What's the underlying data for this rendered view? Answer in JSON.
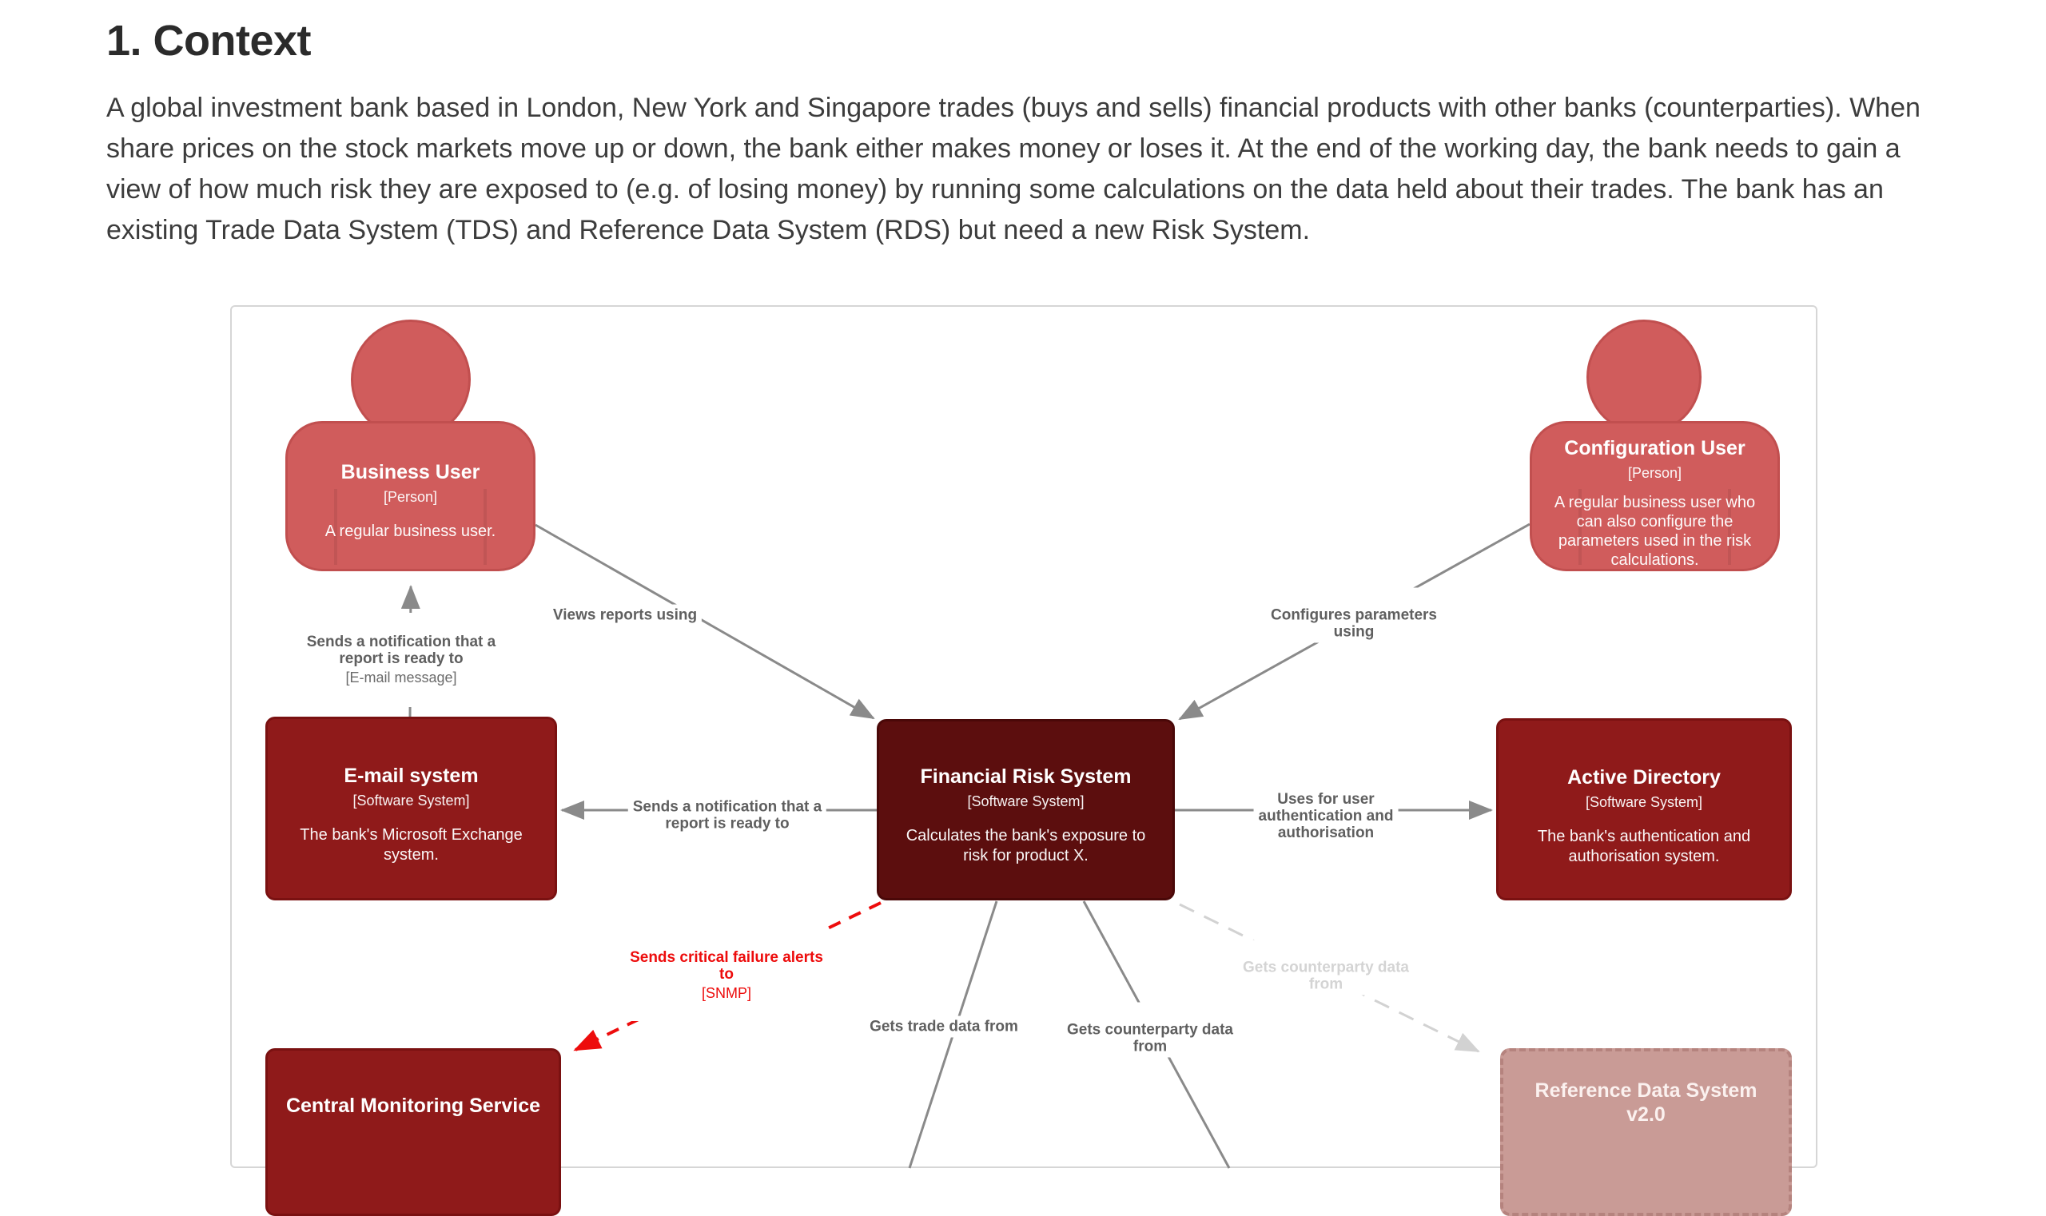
{
  "page": {
    "heading": "1. Context",
    "intro": "A global investment bank based in London, New York and Singapore trades (buys and sells) financial products with other banks (counterparties). When share prices on the stock markets move up or down, the bank either makes money or loses it. At the end of the working day, the bank needs to gain a view of how much risk they are exposed to (e.g. of losing money) by running some calculations on the data held about their trades. The bank has an existing Trade Data System (TDS) and Reference Data System (RDS) but need a new Risk System."
  },
  "diagram": {
    "nodes": {
      "business_user": {
        "name": "Business User",
        "type": "[Person]",
        "description": "A regular business user."
      },
      "configuration_user": {
        "name": "Configuration User",
        "type": "[Person]",
        "description": "A regular business user who\ncan also configure the\nparameters used in the risk\ncalculations."
      },
      "email_system": {
        "name": "E-mail system",
        "type": "[Software System]",
        "description": "The bank's Microsoft Exchange\nsystem."
      },
      "financial_risk_system": {
        "name": "Financial Risk System",
        "type": "[Software System]",
        "description": "Calculates the bank's exposure to\nrisk for product X."
      },
      "active_directory": {
        "name": "Active Directory",
        "type": "[Software System]",
        "description": "The bank's authentication and\nauthorisation system."
      },
      "central_monitoring_service": {
        "name": "Central Monitoring Service"
      },
      "reference_data_system_v2": {
        "name": "Reference Data System",
        "version": "v2.0"
      }
    },
    "relationships": {
      "views_reports": {
        "label": "Views reports using"
      },
      "configures_parameters": {
        "label": "Configures parameters\nusing"
      },
      "frs_to_email": {
        "label": "Sends a notification that a\nreport is ready to"
      },
      "email_to_business_user": {
        "label": "Sends a notification that a\nreport is ready to",
        "technology": "[E-mail message]"
      },
      "frs_to_active_directory": {
        "label": "Uses for user\nauthentication and\nauthorisation"
      },
      "frs_to_cms": {
        "label": "Sends critical failure alerts\nto",
        "technology": "[SNMP]"
      },
      "gets_trade_data": {
        "label": "Gets trade data from"
      },
      "gets_counterparty_data": {
        "label": "Gets counterparty data\nfrom"
      },
      "gets_counterparty_data_v2": {
        "label": "Gets counterparty data\nfrom"
      }
    },
    "colors": {
      "person_fill": "#d05c5c",
      "system_fill": "#8f1a1a",
      "focus_system_fill": "#5c0e0e",
      "future_system_fill": "#c99b96",
      "relationship_gray": "#8a8a8a",
      "alert_red": "#ed0c0c",
      "faded_gray": "#d4d4d4"
    }
  }
}
